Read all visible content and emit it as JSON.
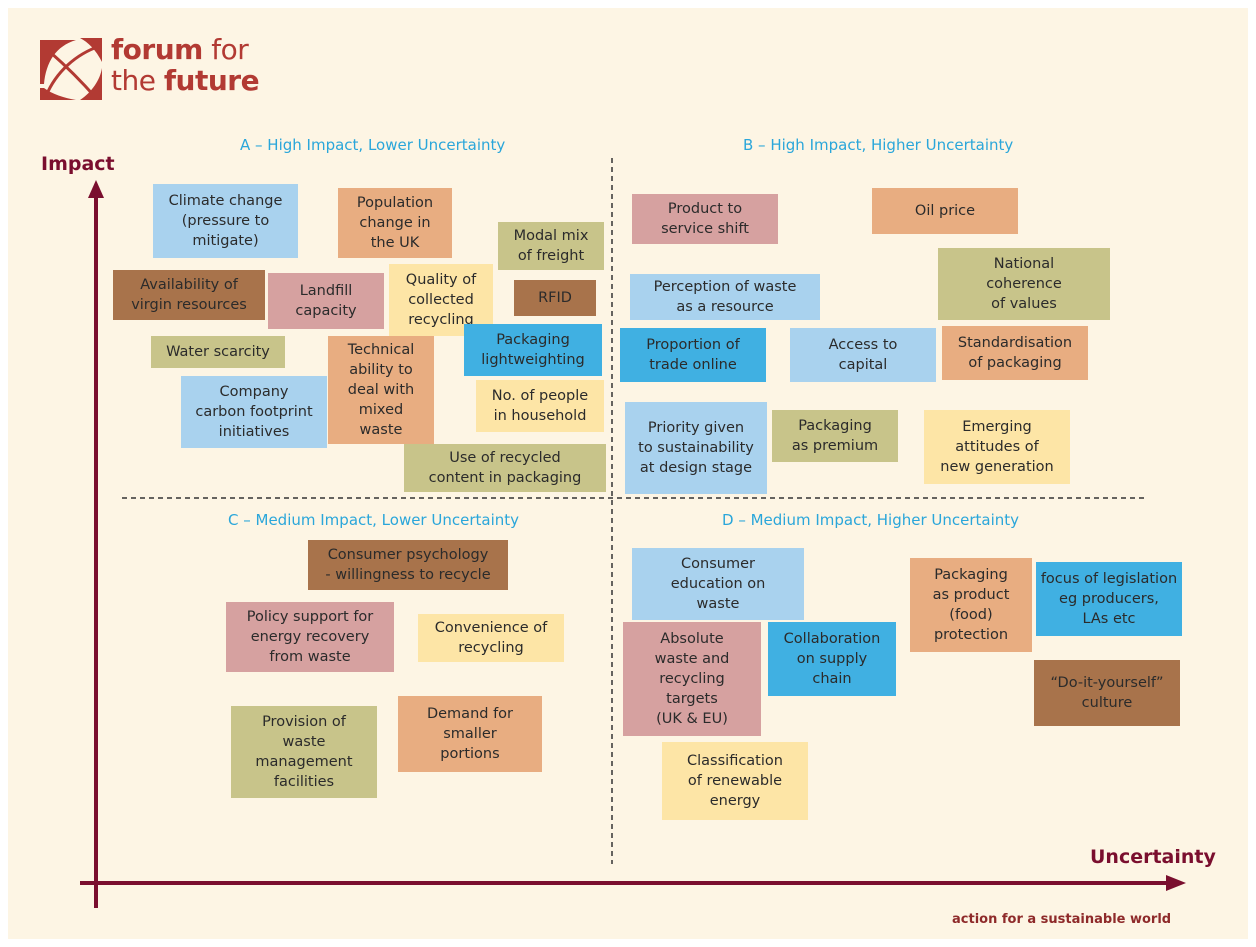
{
  "logo": {
    "word1_bold": "forum",
    "word2": " for",
    "word3": "the ",
    "word4_bold": "future"
  },
  "axes": {
    "y_label": "Impact",
    "x_label": "Uncertainty"
  },
  "footer": "action for a sustainable world",
  "quadrants": [
    {
      "label": "A – High Impact, Lower Uncertainty"
    },
    {
      "label": "B – High Impact, Higher Uncertainty"
    },
    {
      "label": "C – Medium Impact, Lower Uncertainty"
    },
    {
      "label": "D – Medium Impact, Higher Uncertainty"
    }
  ],
  "colors": {
    "axis": "#7a0e2e",
    "quadrant_title": "#2aa6da",
    "background": "#fdf5e4",
    "note_blue": "#a9d2ee",
    "note_orange": "#e8ad81",
    "note_olive": "#c8c48a",
    "note_pink": "#d6a1a0",
    "note_cream": "#fde5a6",
    "note_brown": "#a8734b",
    "note_cyan": "#40b0e2"
  },
  "notes": [
    {
      "text": "Climate change\n(pressure to\nmitigate)"
    },
    {
      "text": "Population\nchange in\nthe UK"
    },
    {
      "text": "Modal mix\nof freight"
    },
    {
      "text": "Availability of\nvirgin resources"
    },
    {
      "text": "Landfill\ncapacity"
    },
    {
      "text": "Quality of\ncollected\nrecycling"
    },
    {
      "text": "RFID"
    },
    {
      "text": "Water scarcity"
    },
    {
      "text": "Technical\nability to\ndeal with\nmixed\nwaste"
    },
    {
      "text": "Packaging\nlightweighting"
    },
    {
      "text": "Company\ncarbon footprint\ninitiatives"
    },
    {
      "text": "No. of people\nin household"
    },
    {
      "text": "Use of recycled\ncontent in packaging"
    },
    {
      "text": "Product to\nservice shift"
    },
    {
      "text": "Oil price"
    },
    {
      "text": "Perception of waste\nas a resource"
    },
    {
      "text": "National\ncoherence\nof values"
    },
    {
      "text": "Proportion of\ntrade online"
    },
    {
      "text": "Access to\ncapital"
    },
    {
      "text": "Standardisation\nof packaging"
    },
    {
      "text": "Priority given\nto sustainability\nat design stage"
    },
    {
      "text": "Packaging\nas premium"
    },
    {
      "text": "Emerging\nattitudes of\nnew generation"
    },
    {
      "text": "Consumer psychology\n- willingness to recycle"
    },
    {
      "text": "Policy support for\nenergy recovery\nfrom waste"
    },
    {
      "text": "Convenience of\nrecycling"
    },
    {
      "text": "Provision of\nwaste\nmanagement\nfacilities"
    },
    {
      "text": "Demand for\nsmaller\nportions"
    },
    {
      "text": "Consumer\neducation on\nwaste"
    },
    {
      "text": "Absolute\nwaste and\nrecycling\ntargets\n(UK & EU)"
    },
    {
      "text": "Collaboration\non supply\nchain"
    },
    {
      "text": "Packaging\nas product\n(food)\nprotection"
    },
    {
      "text": "focus of legislation\neg producers,\nLAs etc"
    },
    {
      "text": "“Do-it-yourself”\nculture"
    },
    {
      "text": "Classification\nof renewable\nenergy"
    }
  ]
}
